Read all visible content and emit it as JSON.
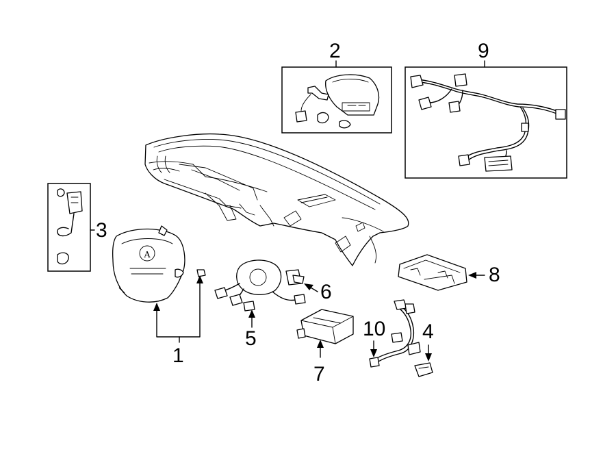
{
  "callouts": {
    "c1": "1",
    "c2": "2",
    "c3": "3",
    "c4": "4",
    "c5": "5",
    "c6": "6",
    "c7": "7",
    "c8": "8",
    "c9": "9",
    "c10": "10"
  },
  "emblem": {
    "steering_logo": "A"
  }
}
